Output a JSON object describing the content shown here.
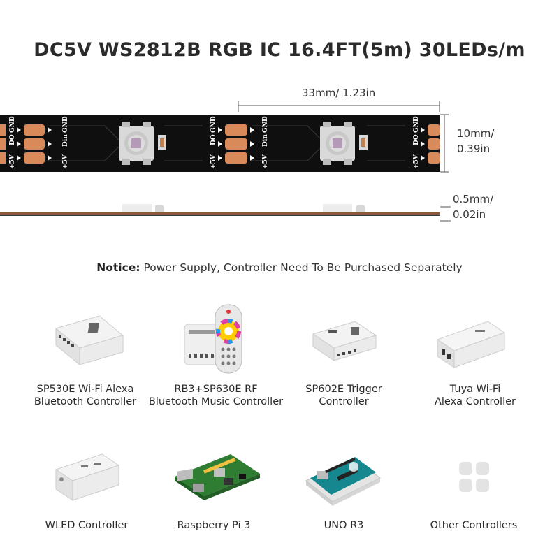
{
  "title": "DC5V WS2812B RGB IC 16.4FT(5m) 30LEDs/m",
  "dimensions": {
    "pitch": "33mm/ 1.23in",
    "width_line1": "10mm/",
    "width_line2": "0.39in",
    "thickness_line1": "0.5mm/",
    "thickness_line2": "0.02in"
  },
  "strip_labels": {
    "plus5v": "+5V",
    "do": "DO",
    "din": "Din",
    "gnd": "GND"
  },
  "notice": {
    "label": "Notice:",
    "text": " Power Supply, Controller Need To Be Purchased Separately"
  },
  "products": [
    {
      "line1": "SP530E Wi-Fi Alexa",
      "line2": "Bluetooth Controller",
      "icon": "wifi-controller-icon"
    },
    {
      "line1": "RB3+SP630E RF",
      "line2": "Bluetooth Music Controller",
      "icon": "remote-controller-icon"
    },
    {
      "line1": "SP602E Trigger",
      "line2": "Controller",
      "icon": "trigger-controller-icon"
    },
    {
      "line1": "Tuya Wi-Fi",
      "line2": "Alexa Controller",
      "icon": "tuya-controller-icon"
    },
    {
      "line1": "WLED Controller",
      "line2": "",
      "icon": "wled-controller-icon"
    },
    {
      "line1": "Raspberry Pi 3",
      "line2": "",
      "icon": "raspberry-pi-icon"
    },
    {
      "line1": "UNO R3",
      "line2": "",
      "icon": "arduino-board-icon"
    },
    {
      "line1": "Other Controllers",
      "line2": "",
      "icon": "grid-icon"
    }
  ],
  "colors": {
    "strip": "#111111",
    "pad": "#d98a5a",
    "pcb_green": "#2e7d32",
    "arduino_teal": "#17878f"
  }
}
